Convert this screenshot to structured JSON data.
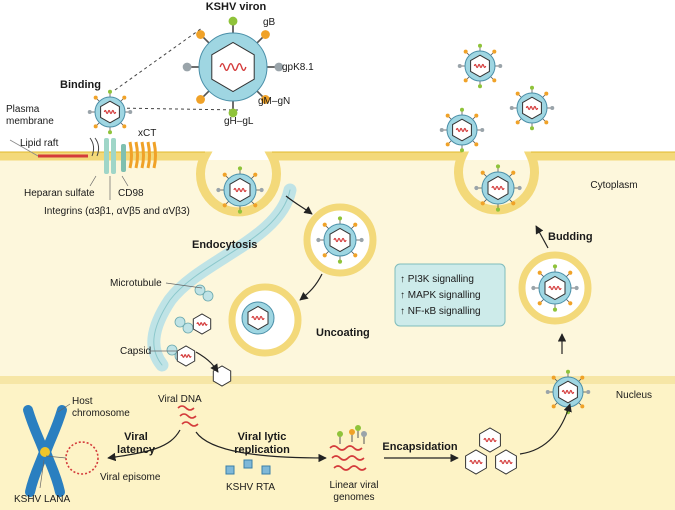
{
  "labels": {
    "title": "KSHV viron",
    "gB": "gB",
    "gpK81": "gpK8.1",
    "gMgN": "gM–gN",
    "gHgL": "gH–gL",
    "binding": "Binding",
    "plasma1": "Plasma",
    "plasma2": "membrane",
    "lipid_raft": "Lipid raft",
    "xct": "xCT",
    "heparan": "Heparan sulfate",
    "cd98": "CD98",
    "integrins": "Integrins (α3β1, αVβ5 and αVβ3)",
    "cytoplasm": "Cytoplasm",
    "endocytosis": "Endocytosis",
    "microtubule": "Microtubule",
    "uncoating": "Uncoating",
    "capsid": "Capsid",
    "budding": "Budding",
    "pi3k": "↑ PI3K signalling",
    "mapk": "↑ MAPK signalling",
    "nfkb": "↑ NF-κB signalling",
    "nucleus": "Nucleus",
    "host1": "Host",
    "host2": "chromosome",
    "viral_dna": "Viral DNA",
    "latency1": "Viral",
    "latency2": "latency",
    "lytic1": "Viral lytic",
    "lytic2": "replication",
    "episome": "Viral episome",
    "lana": "KSHV LANA",
    "rta": "KSHV RTA",
    "linear1": "Linear viral",
    "linear2": "genomes",
    "encapsidation": "Encapsidation"
  },
  "colors": {
    "cytoplasm": "#fdf7dc",
    "nucleus": "#fdf3c6",
    "membrane": "#f3d97a",
    "membrane_edge": "#e0b92c",
    "virion_envelope": "#9fd6e2",
    "capsid_fill": "#ffffff",
    "dna": "#d43b3b",
    "microtubule": "#bfe3e6",
    "signal_box": "#cdebea",
    "arrow": "#222222",
    "glyco_green": "#8fc33a",
    "glyco_orange": "#f0a228",
    "glyco_grey": "#9aa4aa"
  }
}
